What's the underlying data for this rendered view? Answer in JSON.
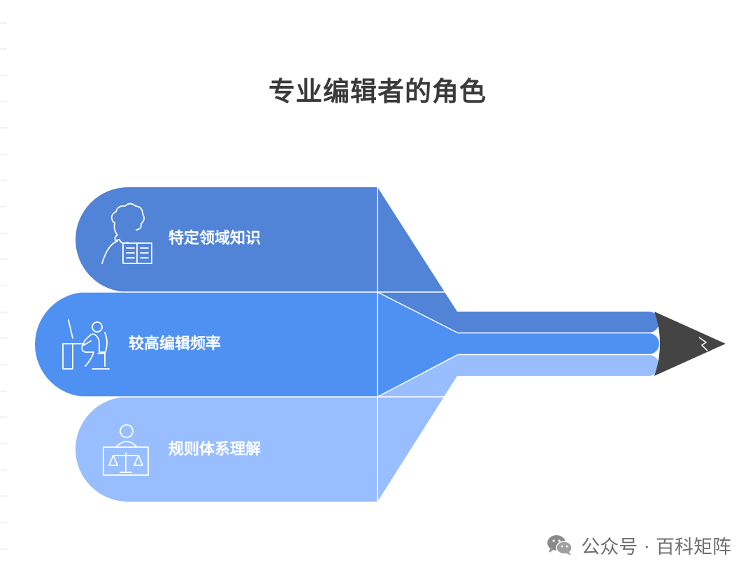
{
  "title": "专业编辑者的角色",
  "colors": {
    "band_top": "#5183d6",
    "band_middle": "#4f91f2",
    "band_bottom": "#98beff",
    "pencil_tip": "#444444",
    "title_text": "#3a3a3a"
  },
  "items": [
    {
      "label": "特定领域知识",
      "icon": "person-reading-book-icon"
    },
    {
      "label": "较高编辑频率",
      "icon": "person-at-desk-editing-icon"
    },
    {
      "label": "规则体系理解",
      "icon": "person-with-scales-icon"
    }
  ],
  "watermark": {
    "text": "公众号 · 百科矩阵",
    "icon": "wechat-icon"
  }
}
